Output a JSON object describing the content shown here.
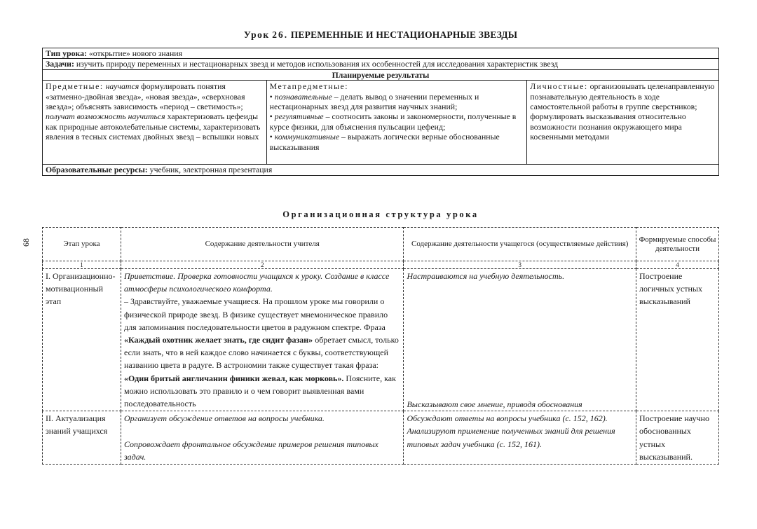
{
  "page_number": "68",
  "lesson": {
    "prefix": "Урок",
    "number": "26.",
    "title": "ПЕРЕМЕННЫЕ И НЕСТАЦИОНАРНЫЕ ЗВЕЗДЫ"
  },
  "info": {
    "type_label": "Тип урока:",
    "type_value": "«открытие» нового знания",
    "tasks_label": "Задачи:",
    "tasks_value": "изучить природу переменных и нестационарных звезд и методов использования их особенностей для исследования характеристик звезд",
    "planned_results": "Планируемые результаты",
    "subject": {
      "label": "Предметные:",
      "t1": "научатся",
      "t2": "формулировать понятия «затменно-двойная звезда», «новая звезда», «сверхновая звезда»; объяснять зависимость «период – светимость»;",
      "t3": "получат возможность научиться",
      "t4": "характеризовать цефеиды как природные автоколебательные системы, характеризовать явления в тесных системах двойных звезд – вспышки новых"
    },
    "meta": {
      "label": "Метапредметные:",
      "items": [
        {
          "kind": "познавательные",
          "text": "– делать вывод о значении переменных и нестационарных звезд для развития научных знаний;"
        },
        {
          "kind": "регулятивные",
          "text": "– соотносить законы и закономерности, полученные в курсе физики, для объяснения пульсации цефеид;"
        },
        {
          "kind": "коммуникативные",
          "text": "– выражать логически верные обоснованные высказывания"
        }
      ]
    },
    "personal": {
      "label": "Личностные:",
      "text": "организовывать целенаправленную познавательную деятельность в ходе самостоятельной работы в группе сверстников; формулировать высказывания относительно возможности познания окружающего мира косвенными методами"
    },
    "resources_label": "Образовательные ресурсы:",
    "resources_value": "учебник, электронная презентация"
  },
  "org_title": "Организационная структура урока",
  "structure": {
    "headers": [
      "Этап урока",
      "Содержание деятельности учителя",
      "Содержание деятельности учащегося (осуществляемые действия)",
      "Формируемые способы деятельности"
    ],
    "column_numbers": [
      "1",
      "2",
      "3",
      "4"
    ],
    "rows": [
      {
        "stage": "I. Организационно-мотивационный этап",
        "teacher_italic": "Приветствие. Проверка готовности учащихся к уроку. Создание в классе атмосферы психологического комфорта.",
        "teacher_p1": "– Здравствуйте, уважаемые учащиеся. На прошлом уроке мы говорили о физической природе звезд. В физике существует мнемоническое правило для запоминания последовательности цветов в радужном спектре. Фраза",
        "teacher_b1": "«Каждый охотник желает знать, где сидит фазан»",
        "teacher_p2": "обретает смысл, только если знать, что в ней каждое слово начинается с буквы, соответствующей названию цвета в радуге. В астрономии также существует такая фраза:",
        "teacher_b2": "«Один бритый англичанин финики жевал, как морковь».",
        "teacher_p3": "Поясните, как можно использовать это правило и о чем говорит выявленная вами последовательность",
        "student_1": "Настраиваются на учебную деятельность.",
        "student_2": "Высказывают свое мнение, приводя обоснования",
        "skills": "Построение логичных устных высказываний"
      },
      {
        "stage": "II. Актуализация знаний учащихся",
        "teacher_1": "Организует обсуждение ответов на вопросы учебника.",
        "teacher_2": "Сопровождает фронтальное обсуждение примеров решения типовых задач.",
        "student_1": "Обсуждают ответы на вопросы учебника (с. 152, 162).",
        "student_2": "Анализируют применение полученных знаний для решения типовых задач учебника (с. 152, 161).",
        "skills": "Построение научно обоснованных устных высказываний."
      }
    ]
  }
}
